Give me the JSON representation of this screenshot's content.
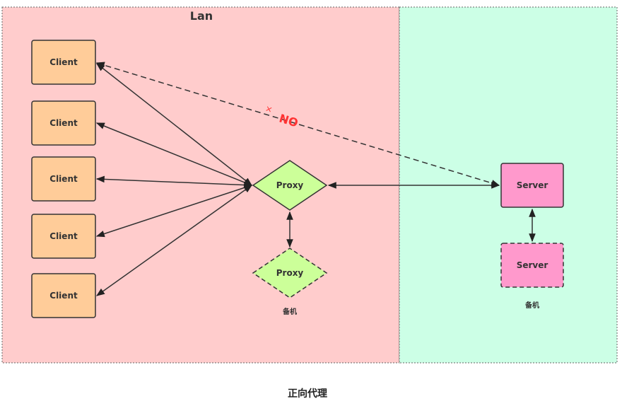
{
  "zones": {
    "lan_label": "Lan"
  },
  "clients": [
    "Client",
    "Client",
    "Client",
    "Client",
    "Client"
  ],
  "proxy": {
    "label": "Proxy",
    "backup_label": "Proxy",
    "backup_caption": "备机"
  },
  "server": {
    "label": "Server",
    "backup_label": "Server",
    "backup_caption": "备机"
  },
  "blocked": {
    "mark": "×",
    "label": "NO"
  },
  "caption": "正向代理",
  "colors": {
    "lan": "#ffcccc",
    "wan": "#ccffe6",
    "client": "#ffcc99",
    "proxy": "#ccff99",
    "server": "#ff99cc",
    "no": "#ff3333"
  }
}
